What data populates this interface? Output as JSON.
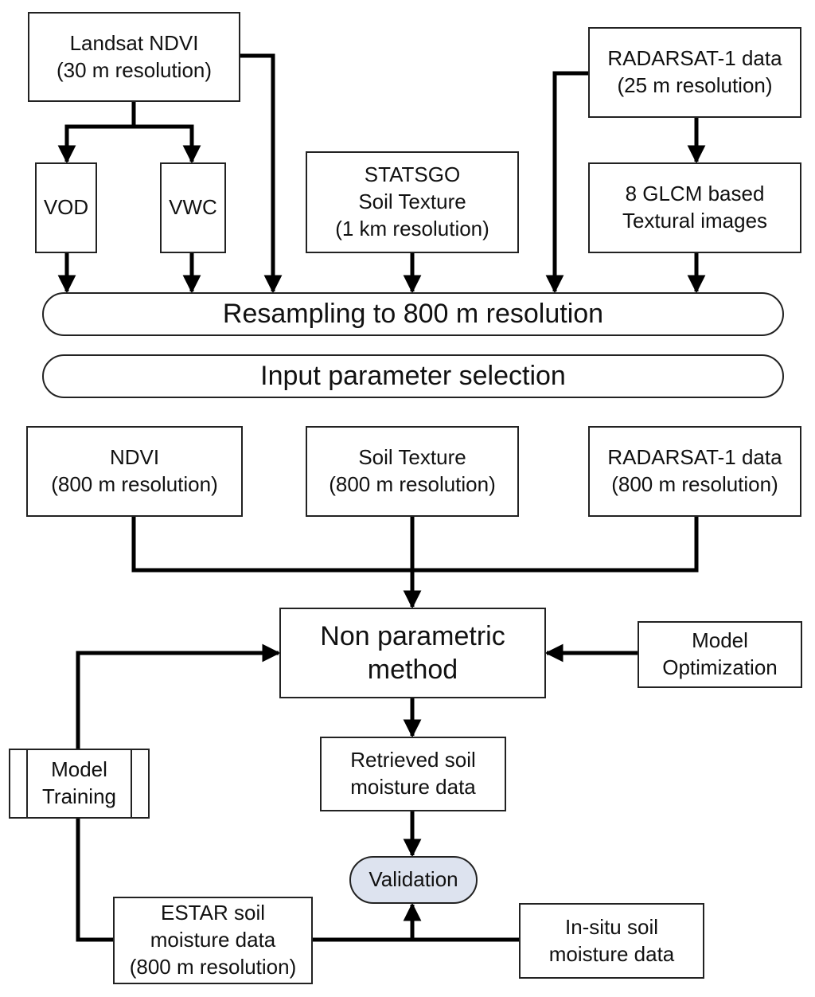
{
  "nodes": {
    "landsat_ndvi": [
      "Landsat NDVI",
      "(30 m resolution)"
    ],
    "radarsat_25": [
      "RADARSAT-1 data",
      "(25 m resolution)"
    ],
    "vod": [
      "VOD"
    ],
    "vwc": [
      "VWC"
    ],
    "statsgo": [
      "STATSGO",
      "Soil Texture",
      "(1 km resolution)"
    ],
    "glcm": [
      "8 GLCM based",
      "Textural images"
    ],
    "resampling": [
      "Resampling to 800 m resolution"
    ],
    "input_selection": [
      "Input parameter selection"
    ],
    "ndvi_800": [
      "NDVI",
      "(800 m resolution)"
    ],
    "soil_texture_800": [
      "Soil Texture",
      "(800 m resolution)"
    ],
    "radarsat_800": [
      "RADARSAT-1 data",
      "(800 m resolution)"
    ],
    "nonparam": [
      "Non parametric",
      "method"
    ],
    "model_opt": [
      "Model",
      "Optimization"
    ],
    "model_training": [
      "Model",
      "Training"
    ],
    "retrieved": [
      "Retrieved soil",
      "moisture data"
    ],
    "validation": [
      "Validation"
    ],
    "estar": [
      "ESTAR soil",
      "moisture data",
      "(800 m resolution)"
    ],
    "insitu": [
      "In-situ soil",
      "moisture data"
    ]
  }
}
